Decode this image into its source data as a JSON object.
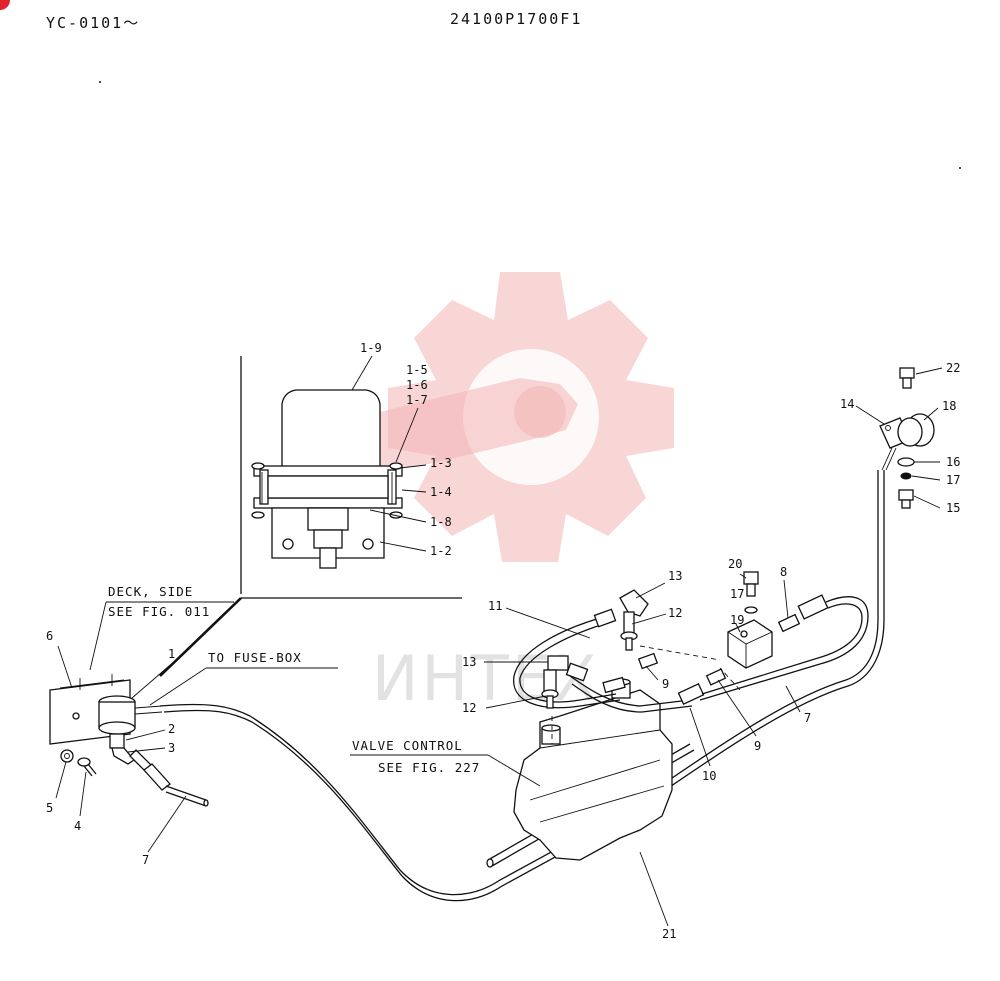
{
  "header": {
    "left": "YC-0101～",
    "center": "24100P1700F1"
  },
  "watermark": {
    "text": "ИНТЕХ",
    "color": "#f2b5b5"
  },
  "notes": {
    "deck_line1": "DECK, SIDE",
    "deck_line2": "SEE FIG. 011",
    "fuse": "TO FUSE-BOX",
    "valve_line1": "VALVE CONTROL",
    "valve_line2": "SEE FIG. 227"
  },
  "callouts": {
    "c1_9": "1-9",
    "c1_5": "1-5",
    "c1_6": "1-6",
    "c1_7": "1-7",
    "c1_3": "1-3",
    "c1_4": "1-4",
    "c1_8": "1-8",
    "c1_2": "1-2",
    "c1": "1",
    "c2": "2",
    "c3": "3",
    "c4": "4",
    "c5": "5",
    "c6": "6",
    "c7a": "7",
    "c7b": "7",
    "c8": "8",
    "c9a": "9",
    "c9b": "9",
    "c10": "10",
    "c11": "11",
    "c12a": "12",
    "c12b": "12",
    "c13a": "13",
    "c13b": "13",
    "c14": "14",
    "c15": "15",
    "c16": "16",
    "c17a": "17",
    "c17b": "17",
    "c18": "18",
    "c19": "19",
    "c20": "20",
    "c21": "21",
    "c22": "22"
  }
}
